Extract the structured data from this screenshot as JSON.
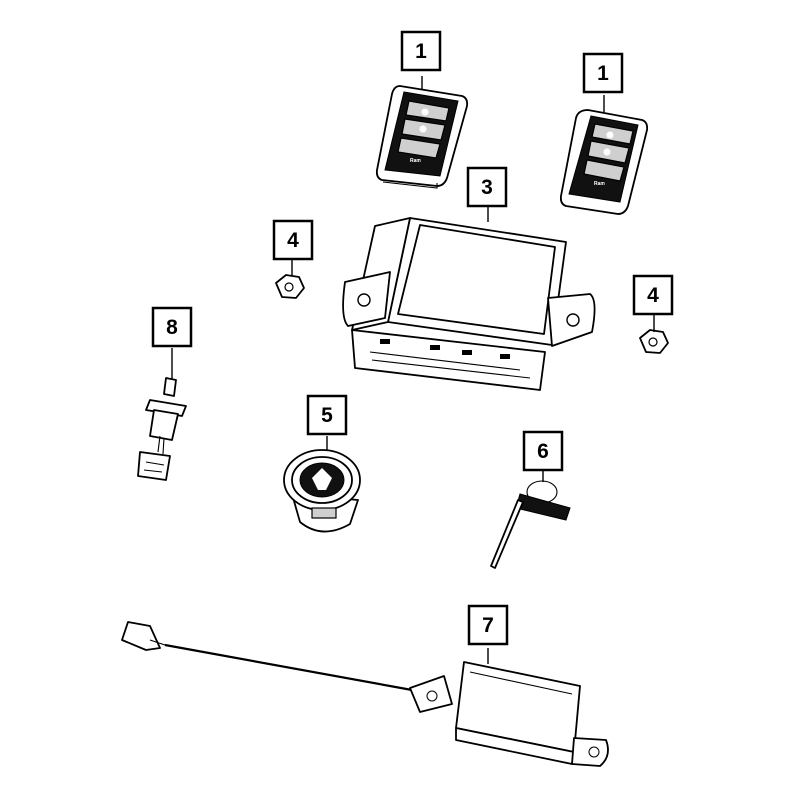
{
  "diagram": {
    "callouts": [
      {
        "id": "remote-key-fob-left",
        "label": "1"
      },
      {
        "id": "remote-key-fob-right",
        "label": "1"
      },
      {
        "id": "control-module",
        "label": "3"
      },
      {
        "id": "nut-left",
        "label": "4"
      },
      {
        "id": "nut-right",
        "label": "4"
      },
      {
        "id": "ignition-switch",
        "label": "5"
      },
      {
        "id": "emergency-key",
        "label": "6"
      },
      {
        "id": "antenna-module",
        "label": "7"
      },
      {
        "id": "connector-sensor",
        "label": "8"
      }
    ],
    "fob_button_text": "Ram"
  }
}
